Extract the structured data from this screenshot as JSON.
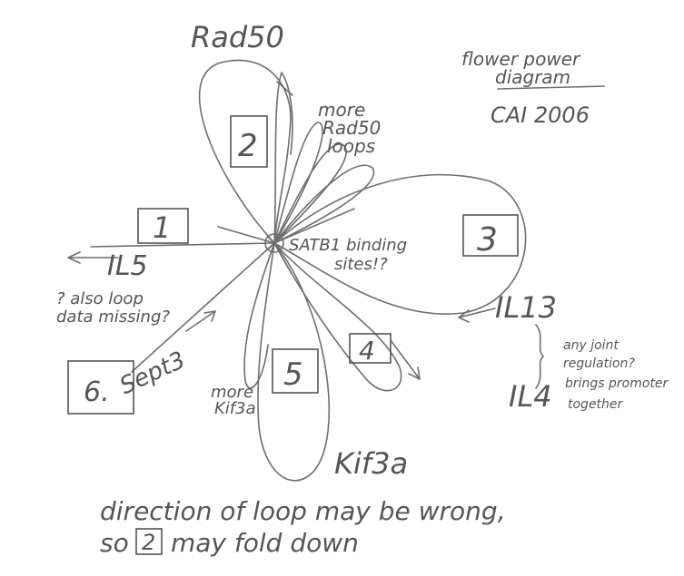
{
  "title": {
    "line1": "flower power",
    "line2": "diagram",
    "line3": "CAI 2006"
  },
  "labels": {
    "rad50": "Rad50",
    "more_rad50": [
      "more",
      "Rad50",
      "loops"
    ],
    "satb1": [
      "SATB1 binding",
      "sites!?"
    ],
    "il5": "IL5",
    "il5_note": [
      "? also loop",
      "data missing?"
    ],
    "il13": "IL13",
    "il4": "IL4",
    "joint_note": [
      "any joint",
      "regulation?",
      "brings promoter",
      "together"
    ],
    "sept3": "Sept3",
    "more_kif3a": [
      "more",
      "Kif3a"
    ],
    "kif3a": "Kif3a",
    "footer_line1": "direction of loop may be wrong,",
    "footer_line2_pre": "so",
    "footer_line2_box": "2",
    "footer_line2_post": "may fold down"
  },
  "loops": [
    "1",
    "2",
    "3",
    "4",
    "5",
    "6."
  ],
  "ink_color": "#6e6e6e"
}
